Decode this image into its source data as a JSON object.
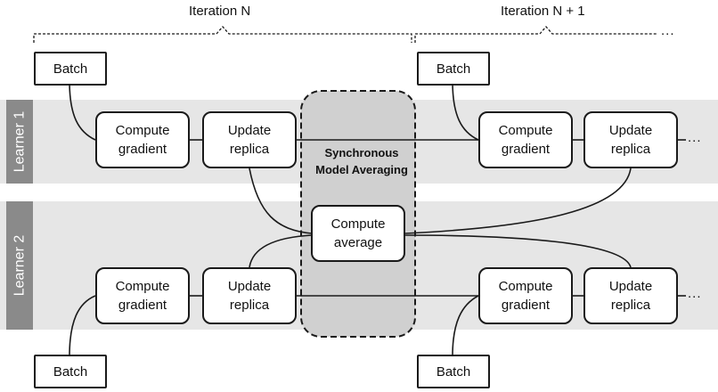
{
  "iterations": [
    {
      "label": "Iteration N"
    },
    {
      "label": "Iteration N + 1"
    }
  ],
  "continuation_marker": "...",
  "learners": [
    {
      "label": "Learner 1"
    },
    {
      "label": "Learner 2"
    }
  ],
  "sync": {
    "title_line1": "Synchronous",
    "title_line2": "Model Averaging"
  },
  "nodes": {
    "batch": "Batch",
    "compute_gradient": {
      "line1": "Compute",
      "line2": "gradient"
    },
    "update_replica": {
      "line1": "Update",
      "line2": "replica"
    },
    "compute_average": {
      "line1": "Compute",
      "line2": "average"
    }
  },
  "colors": {
    "band": "#e6e6e6",
    "learner_tab": "#8a8a8a",
    "sync_region": "#d0d0d0",
    "stroke": "#1a1a1a"
  }
}
